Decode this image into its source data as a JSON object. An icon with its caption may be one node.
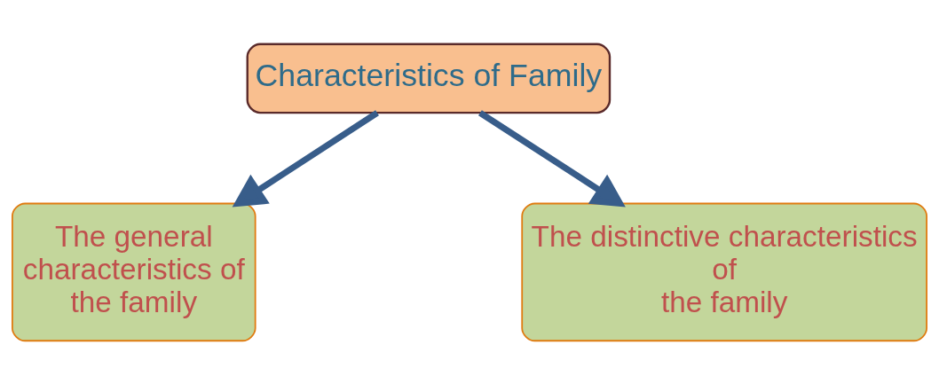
{
  "diagram": {
    "nodes": [
      {
        "text": [
          "Characteristics of Family"
        ]
      },
      {
        "text": [
          "The general characteristics of the family"
        ]
      },
      {
        "text": [
          "The distinctive characteristics of the family"
        ]
      }
    ],
    "edges": [
      {
        "from": 0,
        "to": 1,
        "arrow": "to"
      },
      {
        "from": 0,
        "to": 2,
        "arrow": "to"
      }
    ]
  }
}
